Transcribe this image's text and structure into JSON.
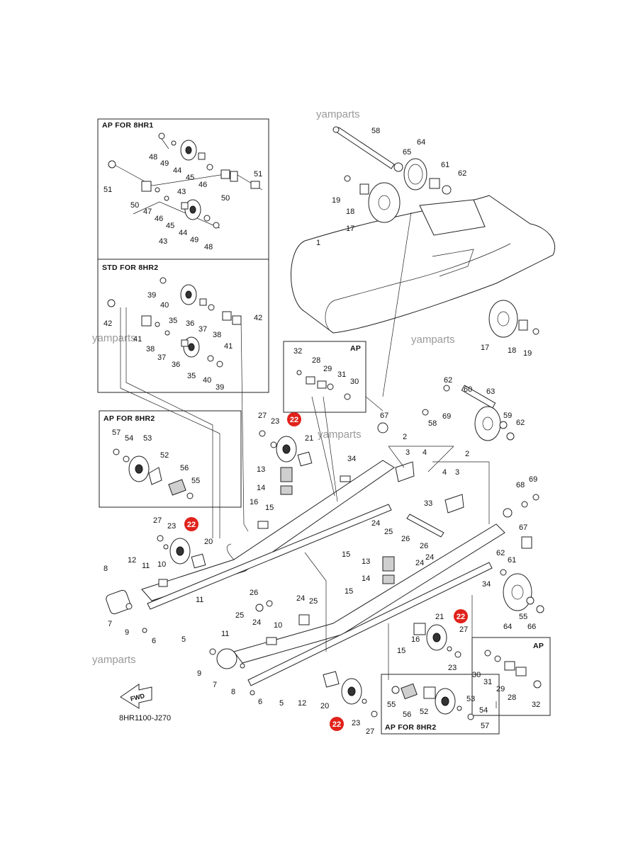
{
  "watermarks": [
    "yamparts",
    "yamparts",
    "yamparts",
    "yamparts",
    "yamparts"
  ],
  "boxes": {
    "ap_8hr1": "AP FOR 8HR1",
    "std_8hr2": "STD FOR 8HR2",
    "ap_8hr2_left": "AP FOR 8HR2",
    "ap_center": "AP",
    "ap_right": "AP",
    "ap_8hr2_bottom": "AP FOR 8HR2"
  },
  "highlight_label": "22",
  "highlight_color": "#e0221b",
  "fwd_label": "FWD",
  "drawing_code": "8HR1100-J270",
  "labels": {
    "b1": [
      "48",
      "49",
      "44",
      "45",
      "46",
      "50",
      "51",
      "51",
      "43",
      "50",
      "47",
      "46",
      "45",
      "44",
      "49",
      "48",
      "43"
    ],
    "b2": [
      "39",
      "40",
      "35",
      "36",
      "37",
      "38",
      "41",
      "42",
      "42",
      "41",
      "38",
      "37",
      "36",
      "35",
      "40",
      "39"
    ],
    "b3": [
      "57",
      "54",
      "53",
      "52",
      "56",
      "55"
    ],
    "b4": [
      "32",
      "28",
      "29",
      "31",
      "30"
    ],
    "b5": [
      "30",
      "31",
      "29",
      "28",
      "32"
    ],
    "b6": [
      "55",
      "56",
      "52",
      "53",
      "54",
      "57"
    ],
    "top": [
      "58",
      "64",
      "65",
      "61",
      "62",
      "19",
      "18",
      "17",
      "1",
      "17",
      "18",
      "19"
    ],
    "mid": [
      "62",
      "60",
      "63",
      "69",
      "58",
      "67",
      "59",
      "62",
      "2",
      "3",
      "4",
      "2",
      "4",
      "3",
      "69",
      "68",
      "67",
      "27",
      "23",
      "21",
      "34",
      "13",
      "14",
      "33",
      "16",
      "15",
      "24",
      "25",
      "26",
      "26",
      "24",
      "24",
      "15",
      "13",
      "14",
      "62",
      "61",
      "34",
      "15"
    ],
    "lower": [
      "27",
      "23",
      "20",
      "10",
      "8",
      "12",
      "11",
      "7",
      "9",
      "6",
      "5",
      "11",
      "25",
      "26",
      "24",
      "24",
      "25",
      "10",
      "21",
      "27",
      "23",
      "16",
      "15",
      "11",
      "9",
      "7",
      "8",
      "6",
      "5",
      "12",
      "20",
      "23",
      "27",
      "64",
      "55",
      "66"
    ]
  }
}
